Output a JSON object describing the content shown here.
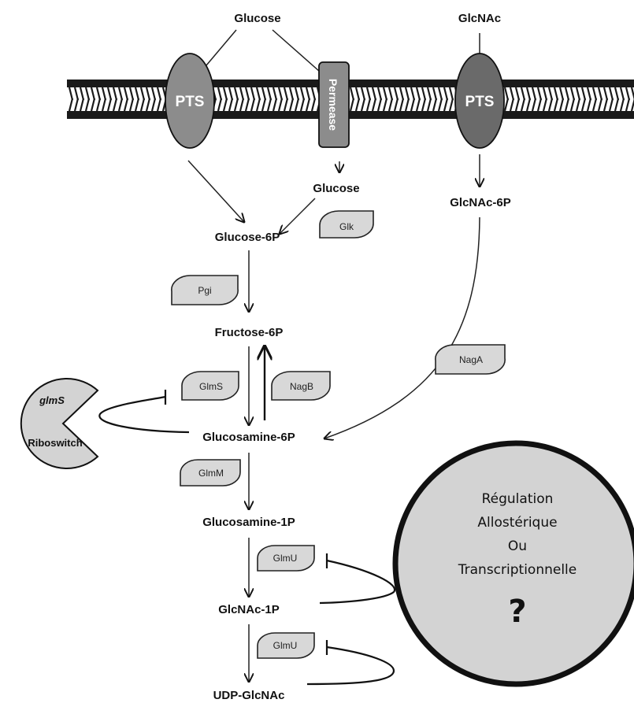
{
  "metabolites": {
    "glucose_top": "Glucose",
    "glcnac_top": "GlcNAc",
    "glucose_inner": "Glucose",
    "glcnac_6p": "GlcNAc-6P",
    "glucose_6p": "Glucose-6P",
    "fructose_6p": "Fructose-6P",
    "glucosamine_6p": "Glucosamine-6P",
    "glucosamine_1p": "Glucosamine-1P",
    "glcnac_1p": "GlcNAc-1P",
    "udp_glcnac": "UDP-GlcNAc"
  },
  "transporters": {
    "pts_left": "PTS",
    "permease": "Permease",
    "pts_right": "PTS"
  },
  "enzymes": {
    "glk": "Glk",
    "pgi": "Pgi",
    "glms": "GlmS",
    "nagb": "NagB",
    "naga": "NagA",
    "glmm": "GlmM",
    "glmu_1": "GlmU",
    "glmu_2": "GlmU"
  },
  "riboswitch": {
    "gene": "glmS",
    "label": "Riboswitch"
  },
  "regulation": {
    "line1": "Régulation",
    "line2": "Allostérique",
    "line3": "Ou",
    "line4": "Transcriptionnelle",
    "mark": "?"
  },
  "colors": {
    "membrane": "#1a1a1a",
    "pts_left": "#8c8c8c",
    "pts_right": "#6a6a6a",
    "permease": "#8c8c8c",
    "enzyme_fill": "#d8d8d8",
    "regulation_fill": "#d3d3d3"
  }
}
